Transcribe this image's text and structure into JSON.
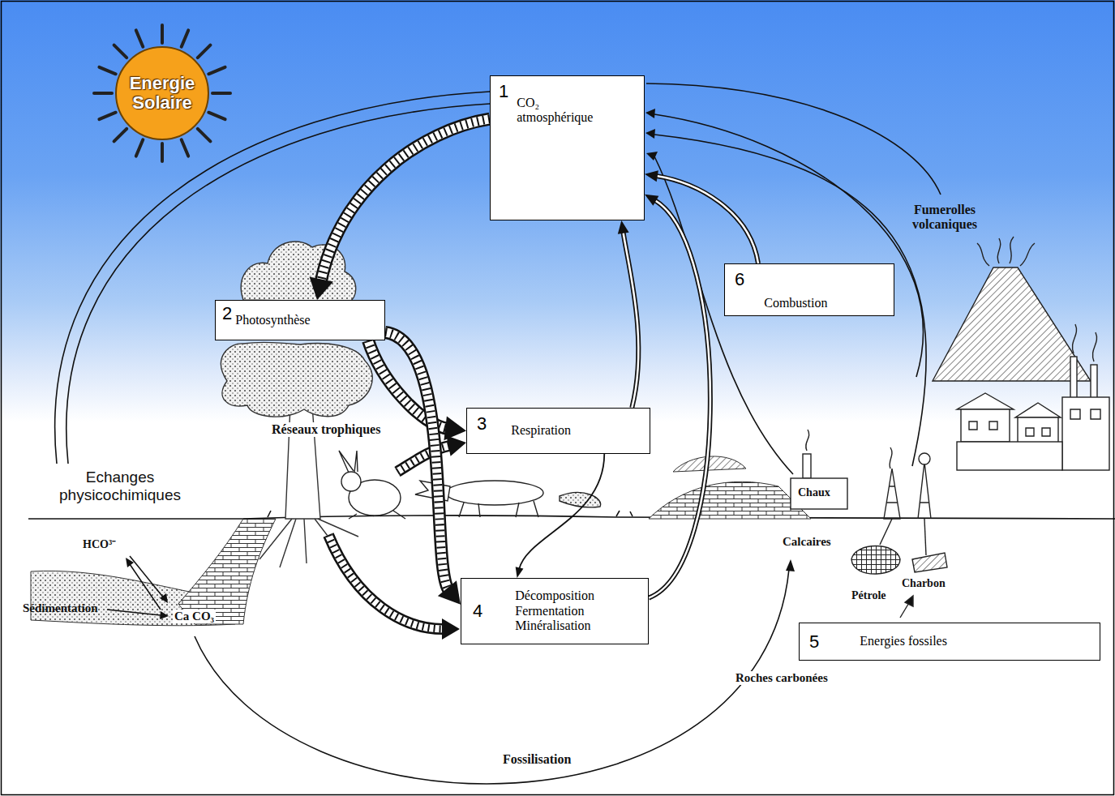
{
  "diagram": {
    "nodes": [
      {
        "text": [
          "Energie Solaire"
        ]
      },
      {
        "text": [
          "1",
          "CO₂ atmosphérique"
        ]
      },
      {
        "text": [
          "2",
          "Photosynthèse"
        ]
      },
      {
        "text": [
          "3",
          "Respiration"
        ]
      },
      {
        "text": [
          "4",
          "Décomposition",
          "Fermentation",
          "Minéralisation"
        ]
      },
      {
        "text": [
          "5",
          "Energies fossiles"
        ]
      },
      {
        "text": [
          "6",
          "Combustion"
        ]
      }
    ],
    "edges": [
      {
        "from": 1,
        "to": 2,
        "arrow": "to"
      },
      {
        "from": 2,
        "to": 3,
        "arrow": "to"
      },
      {
        "from": 3,
        "to": 1,
        "arrow": "to"
      },
      {
        "from": 3,
        "to": 4,
        "arrow": "to"
      },
      {
        "from": 2,
        "to": 4,
        "arrow": "to"
      },
      {
        "from": 4,
        "to": 1,
        "arrow": "to"
      },
      {
        "from": 6,
        "to": 1,
        "arrow": "to"
      }
    ],
    "labels": [
      "Fumerolles volcaniques",
      "Réseaux trophiques",
      "Echanges physicochimiques",
      "HCO³⁻",
      "Sédimentation",
      "Ca CO₃",
      "Chaux",
      "Calcaires",
      "Pétrole",
      "Charbon",
      "Roches carbonées",
      "Fossilisation"
    ]
  }
}
